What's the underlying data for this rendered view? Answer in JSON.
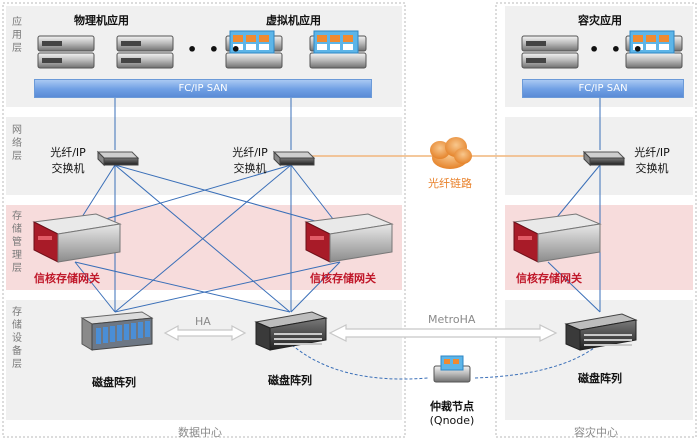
{
  "layers": {
    "application": "应用层",
    "network": "网络层",
    "storage_mgmt": "存储管理层",
    "storage_device": "存储设备层"
  },
  "app_layer": {
    "physical_apps": "物理机应用",
    "virtual_apps": "虚拟机应用",
    "dr_apps": "容灾应用",
    "ellipsis": "• • •",
    "san_bar_label": "FC/IP SAN"
  },
  "network_layer": {
    "switch_label_line1": "光纤/IP",
    "switch_label_line2": "交换机",
    "link_label": "光纤链路"
  },
  "mgmt_layer": {
    "gateway_label": "信核存储网关"
  },
  "device_layer": {
    "array_label": "磁盘阵列",
    "ha_label": "HA",
    "metroha_label": "MetroHA",
    "quorum_label_line1": "仲裁节点",
    "quorum_label_line2": "(Qnode)"
  },
  "footer": {
    "datacenter": "数据中心",
    "dr_center": "容灾中心"
  },
  "colors": {
    "layer_band_grey": "#f0f0f0",
    "mgmt_band_pink": "#f7dcdc",
    "line_blue": "#3a6fb8",
    "red_text": "#c0182a",
    "orange": "#e8812a",
    "san_blue": "#6f9fe4"
  }
}
